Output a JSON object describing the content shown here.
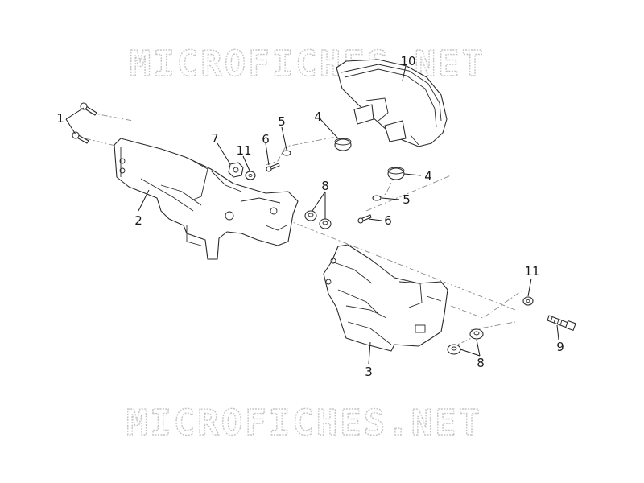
{
  "watermarks": [
    "MICROFICHES.NET",
    "MICROFICHES.NET"
  ],
  "callouts": [
    "1",
    "2",
    "3",
    "4",
    "4",
    "5",
    "5",
    "6",
    "6",
    "7",
    "8",
    "8",
    "9",
    "10",
    "11",
    "11"
  ]
}
